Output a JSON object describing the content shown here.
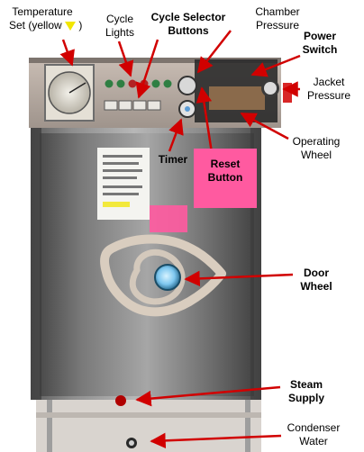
{
  "labels": {
    "temperature_set": "Temperature",
    "temperature_set_2": "Set (yellow",
    "cycle_lights_1": "Cycle",
    "cycle_lights_2": "Lights",
    "cycle_selector_1": "Cycle Selector",
    "cycle_selector_2": "Buttons",
    "chamber_pressure_1": "Chamber",
    "chamber_pressure_2": "Pressure",
    "power_switch_1": "Power",
    "power_switch_2": "Switch",
    "jacket_pressure_1": "Jacket",
    "jacket_pressure_2": "Pressure",
    "operating_wheel_1": "Operating",
    "operating_wheel_2": "Wheel",
    "timer": "Timer",
    "reset_button_1": "Reset",
    "reset_button_2": "Button",
    "door_wheel_1": "Door",
    "door_wheel_2": "Wheel",
    "steam_supply_1": "Steam",
    "steam_supply_2": "Supply",
    "condenser_water_1": "Condenser",
    "condenser_water_2": "Water"
  },
  "colors": {
    "arrow": "#d10000",
    "reset_callout": "#ff5aa0",
    "yellow_triangle": "#f2e600"
  }
}
